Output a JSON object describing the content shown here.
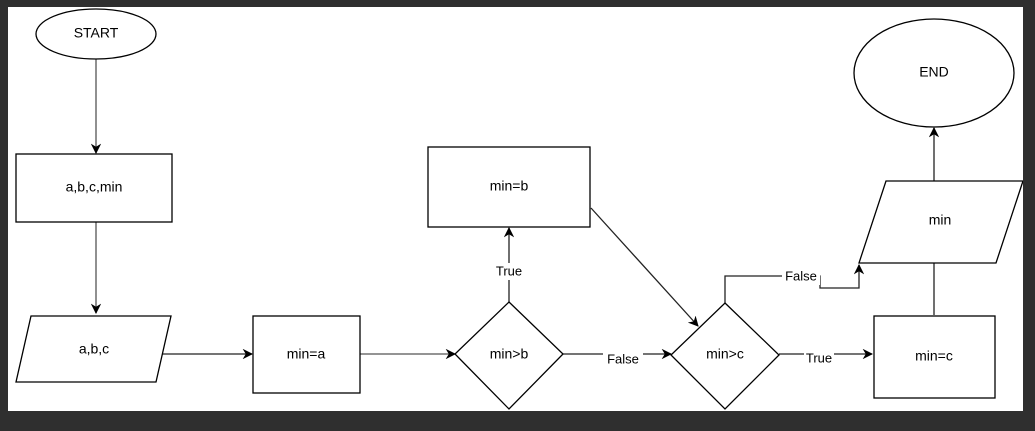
{
  "diagram": {
    "nodes": {
      "start": "START",
      "declare": "a,b,c,min",
      "input": "a,b,c",
      "assign_a": "min=a",
      "cond_b": "min>b",
      "assign_b": "min=b",
      "cond_c": "min>c",
      "assign_c": "min=c",
      "output": "min",
      "end": "END"
    },
    "edges": {
      "true_b": "True",
      "false_b": "False",
      "false_c": "False",
      "true_c": "True"
    }
  }
}
